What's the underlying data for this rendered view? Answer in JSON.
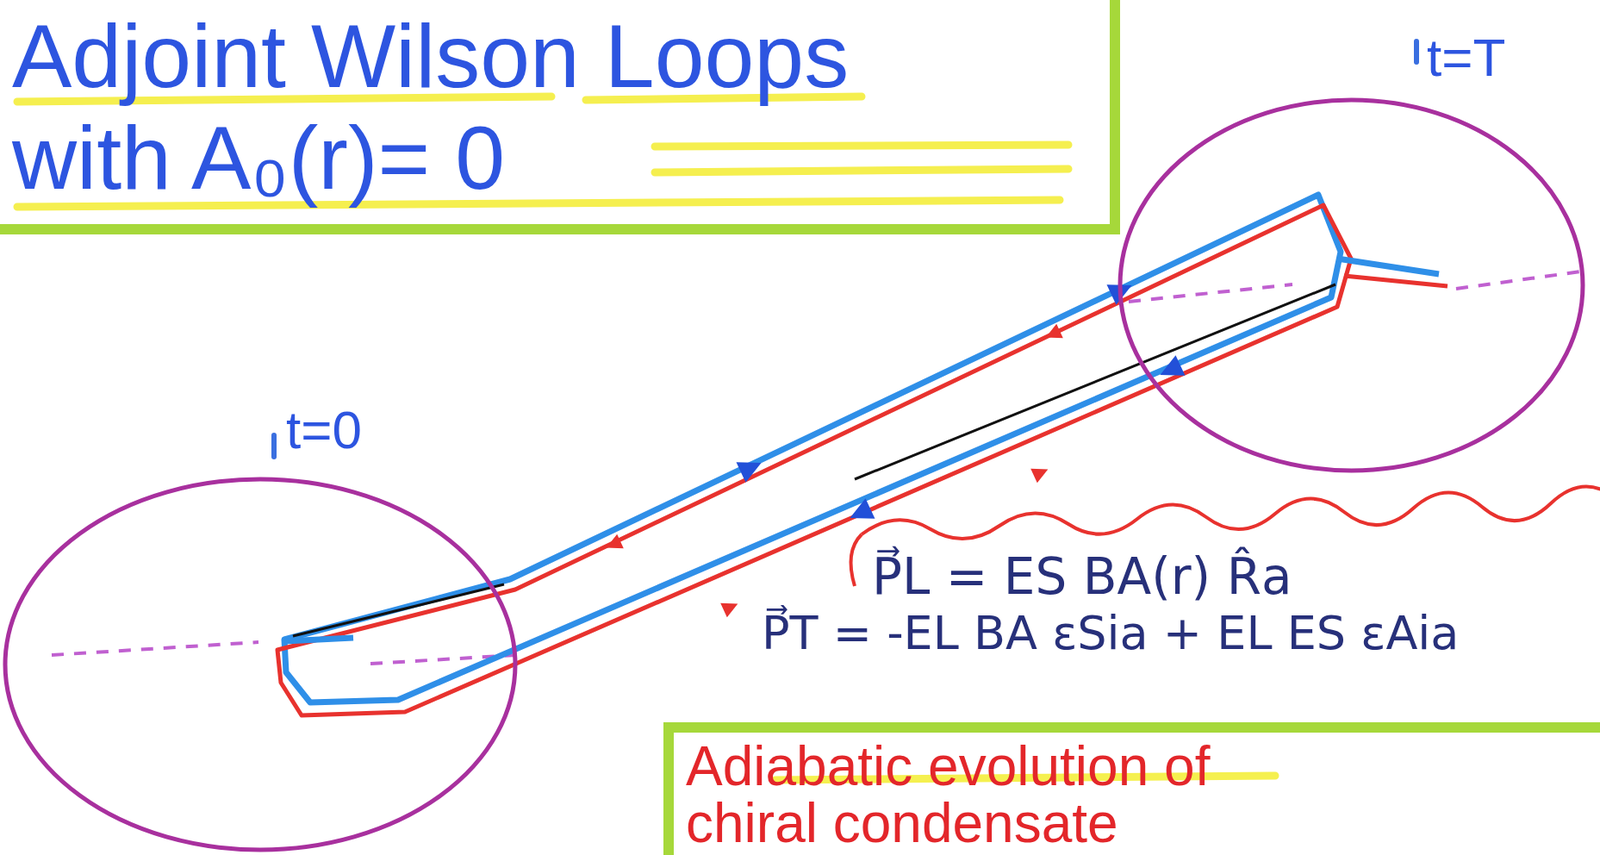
{
  "diagram": {
    "title": "Adjoint Wilson Loops with A₀(r)= 0",
    "nodes": [
      {
        "text": [
          "t=T"
        ]
      },
      {
        "text": [
          "t=0"
        ]
      },
      {
        "text": [
          "Adiabatic evolution of chiral condensate"
        ]
      }
    ],
    "labels": [
      "P⃗L = ES BA(r) R̂a",
      "P⃗T = -EL BA εSia + EL ES εAia"
    ]
  }
}
